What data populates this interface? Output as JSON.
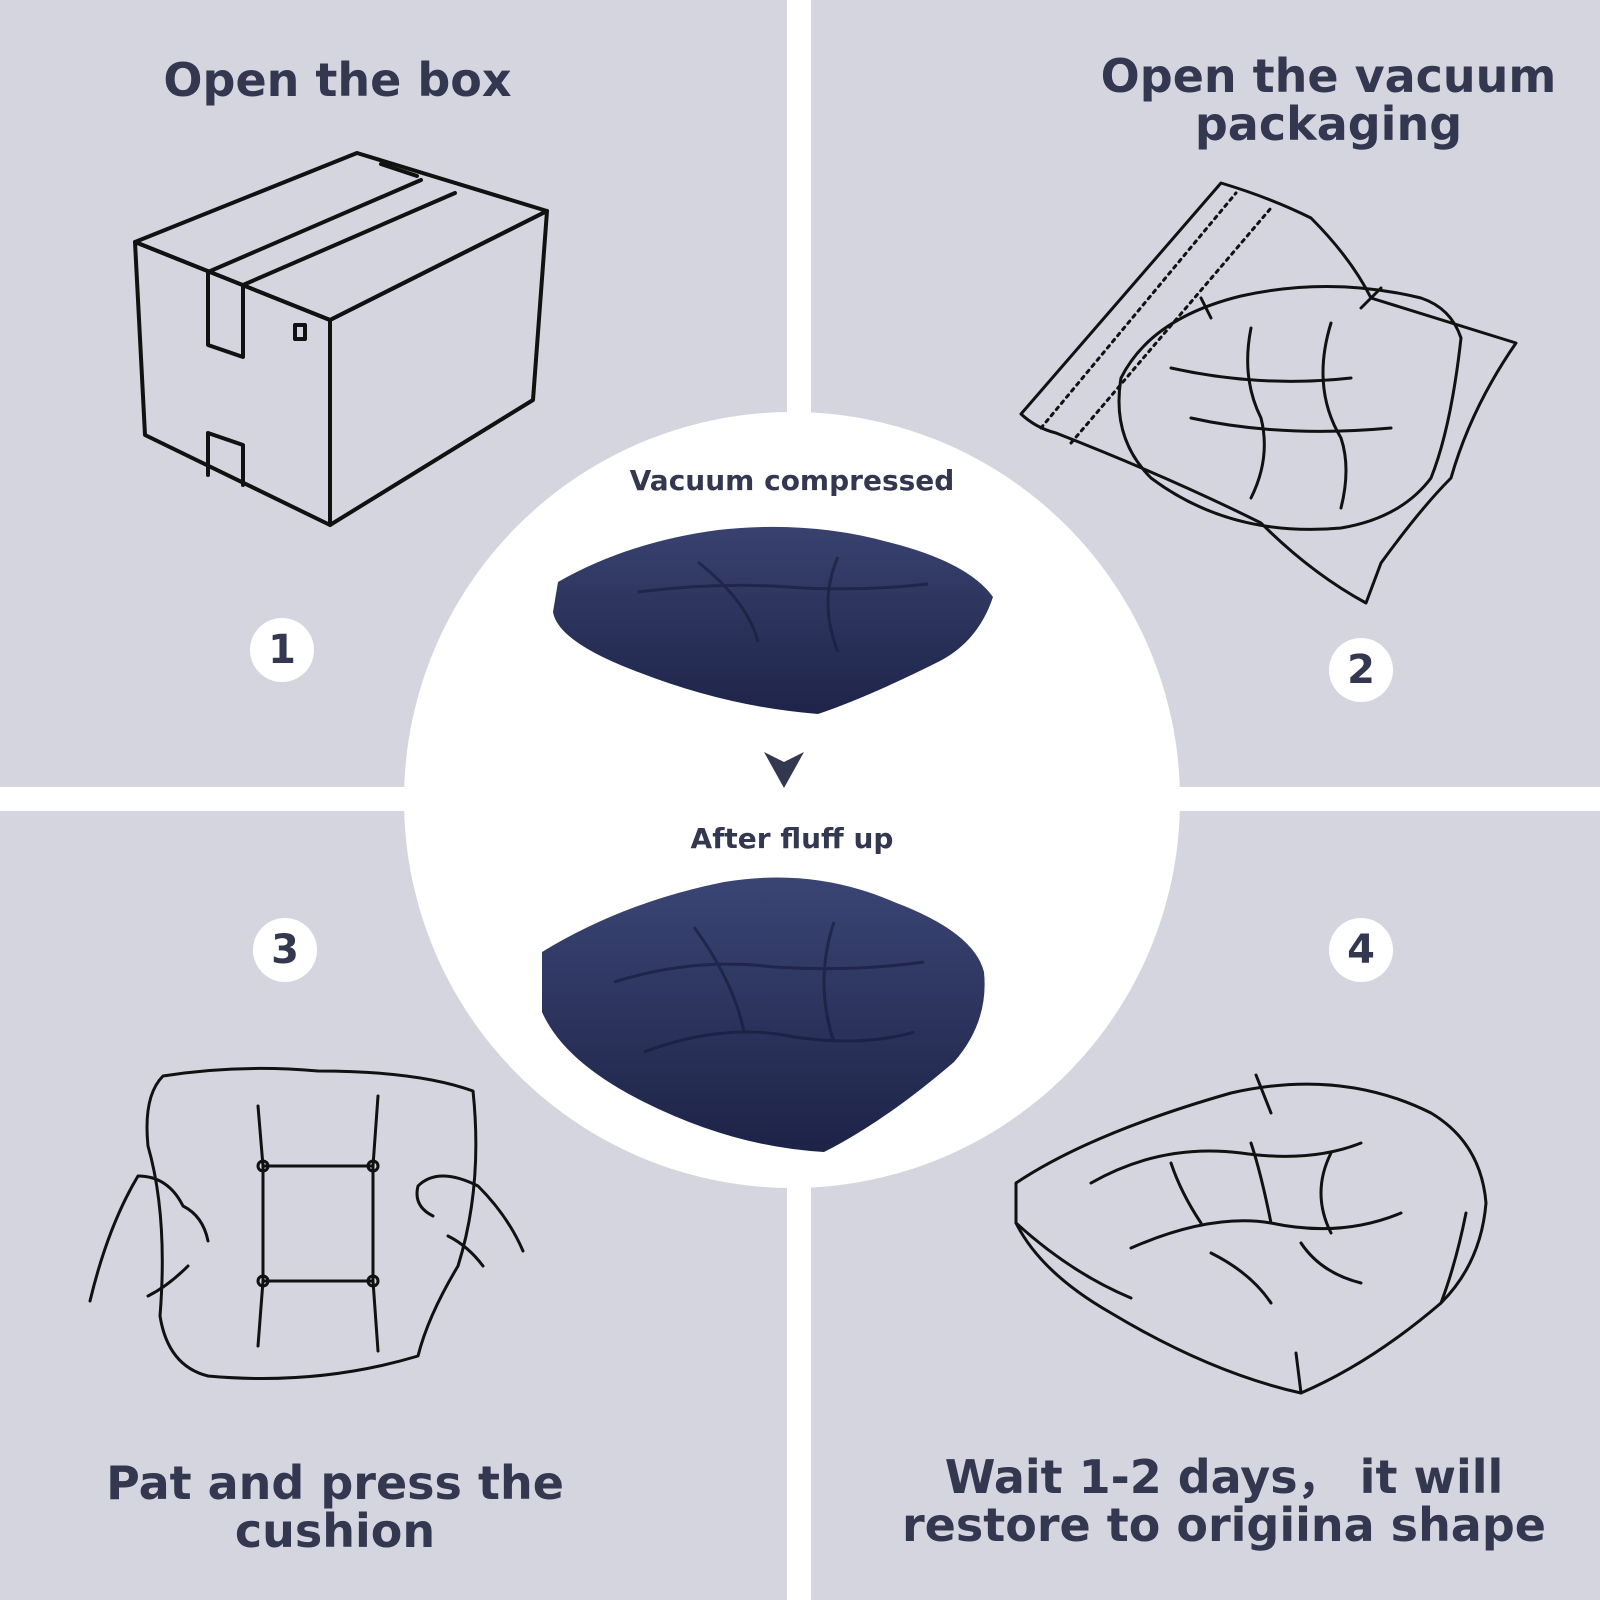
{
  "steps": [
    {
      "number": "1",
      "title": "Open the box",
      "illustration": "box-icon"
    },
    {
      "number": "2",
      "title_line1": "Open the vacuum",
      "title_line2": "packaging",
      "illustration": "vacuum-bag-icon"
    },
    {
      "number": "3",
      "title_line1": "Pat and press the",
      "title_line2": "cushion",
      "illustration": "hands-cushion-icon"
    },
    {
      "number": "4",
      "title_line1": "Wait 1-2 days， it will",
      "title_line2": "restore to origiina shape",
      "illustration": "cushion-icon"
    }
  ],
  "center": {
    "compressed_label": "Vacuum compressed",
    "fluffed_label": "After fluff up",
    "arrow_icon": "arrow-down-icon"
  },
  "colors": {
    "panel_bg": "#d4d5df",
    "text": "#33374f",
    "cushion": "#283059"
  }
}
